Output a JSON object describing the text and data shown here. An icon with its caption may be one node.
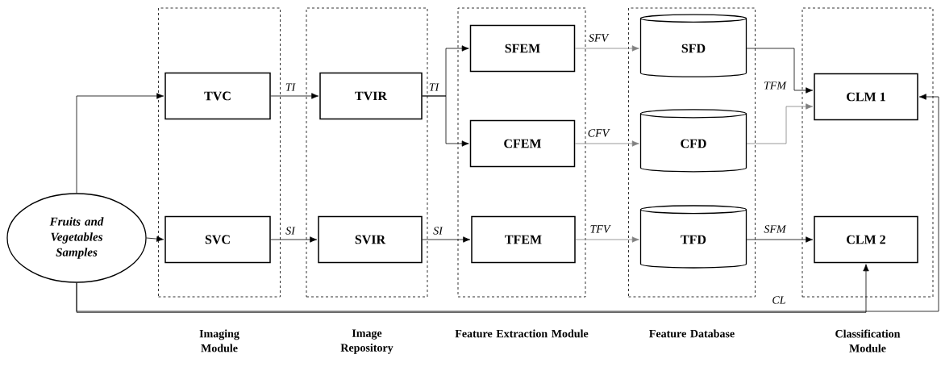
{
  "diagram": {
    "nodes": [
      {
        "text": [
          "Fruits and Vegetables Samples"
        ]
      },
      {
        "text": [
          "Imaging Module"
        ]
      },
      {
        "text": [
          "TVC"
        ],
        "in": 1
      },
      {
        "text": [
          "SVC"
        ],
        "in": 1
      },
      {
        "text": [
          "Image Repository"
        ]
      },
      {
        "text": [
          "TVIR"
        ],
        "in": 4
      },
      {
        "text": [
          "SVIR"
        ],
        "in": 4
      },
      {
        "text": [
          "Feature Extraction Module"
        ]
      },
      {
        "text": [
          "SFEM"
        ],
        "in": 7
      },
      {
        "text": [
          "CFEM"
        ],
        "in": 7
      },
      {
        "text": [
          "TFEM"
        ],
        "in": 7
      },
      {
        "text": [
          "Feature Database"
        ]
      },
      {
        "text": [
          "SFD"
        ],
        "in": 11
      },
      {
        "text": [
          "CFD"
        ],
        "in": 11
      },
      {
        "text": [
          "TFD"
        ],
        "in": 11
      },
      {
        "text": [
          "Classification Module"
        ]
      },
      {
        "text": [
          "CLM 1"
        ],
        "in": 15
      },
      {
        "text": [
          "CLM 2"
        ],
        "in": 15
      }
    ],
    "edges": [
      {
        "from": 0,
        "to": 2,
        "arrow": "to"
      },
      {
        "from": 0,
        "to": 3,
        "arrow": "to"
      },
      {
        "from": 2,
        "to": 5,
        "arrow": "to",
        "label": "TI"
      },
      {
        "from": 3,
        "to": 6,
        "arrow": "to",
        "label": "SI"
      },
      {
        "from": 5,
        "to": 8,
        "arrow": "to",
        "label": "TI"
      },
      {
        "from": 5,
        "to": 9,
        "arrow": "to"
      },
      {
        "from": 6,
        "to": 10,
        "arrow": "to",
        "label": "SI"
      },
      {
        "from": 8,
        "to": 12,
        "arrow": "to",
        "label": "SFV",
        "color": "#808080"
      },
      {
        "from": 9,
        "to": 13,
        "arrow": "to",
        "label": "CFV",
        "color": "#808080"
      },
      {
        "from": 10,
        "to": 14,
        "arrow": "to",
        "label": "TFV",
        "color": "#808080"
      },
      {
        "from": 12,
        "to": 16,
        "arrow": "to",
        "label": "TFM"
      },
      {
        "from": 13,
        "to": 16,
        "arrow": "to",
        "color": "#808080"
      },
      {
        "from": 14,
        "to": 17,
        "arrow": "to",
        "label": "SFM"
      },
      {
        "from": 0,
        "to": 17,
        "arrow": "to"
      },
      {
        "from": 0,
        "to": 16,
        "arrow": "to",
        "label": "CL"
      }
    ]
  }
}
